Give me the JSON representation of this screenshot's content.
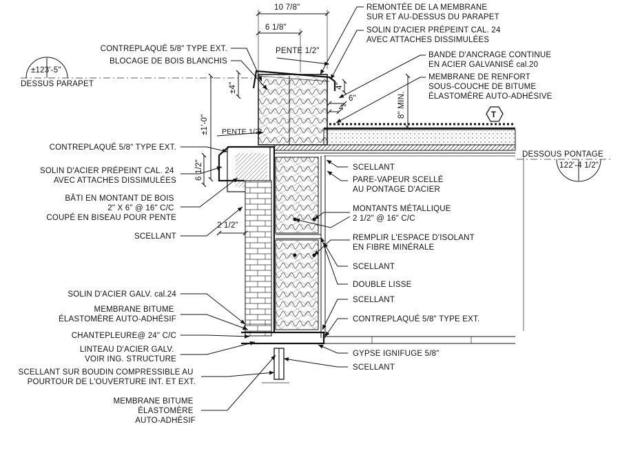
{
  "dims": {
    "top_10_7_8": "10 7/8\"",
    "top_6_1_8": "6 1/8\"",
    "slope_top": "PENTE 1/2\"",
    "slope_cap": "PENTE 1/2\"",
    "plus4": "±4\"",
    "four_a": "4\"",
    "four_b": "4\"",
    "six": "6\"",
    "eight_min": "8\" MIN.",
    "one_foot": "±1'-0\"",
    "six_half": "6 1/2\"",
    "two_half": "2 1/2\""
  },
  "elevations": {
    "parapet_value": "±123'-5\"",
    "parapet_label": "DESSUS PARAPET",
    "deck_value": "122'-4 1/2\"",
    "deck_label": "DESSOUS PONTAGE"
  },
  "tag": "T",
  "left_labels": [
    {
      "lines": [
        "CONTREPLAQUÉ 5/8\" TYPE EXT."
      ]
    },
    {
      "lines": [
        "BLOCAGE DE BOIS BLANCHIS"
      ]
    },
    {
      "lines": [
        "CONTREPLAQUÉ 5/8\" TYPE EXT."
      ]
    },
    {
      "lines": [
        "SOLIN D'ACIER PRÉPEINT CAL. 24",
        "AVEC ATTACHES DISSIMULÉES"
      ]
    },
    {
      "lines": [
        "BÂTI EN MONTANT DE BOIS",
        "2\" X 6\" @ 16\" C/C",
        "COUPÉ EN BISEAU POUR PENTE"
      ]
    },
    {
      "lines": [
        "SCELLANT"
      ]
    },
    {
      "lines": [
        "SOLIN D'ACIER GALV. cal.24"
      ]
    },
    {
      "lines": [
        "MEMBRANE BITUME",
        "ÉLASTOMÈRE AUTO-ADHÉSIF"
      ]
    },
    {
      "lines": [
        "CHANTEPLEURE@ 24\" C/C"
      ]
    },
    {
      "lines": [
        "LINTEAU D'ACIER GALV.",
        "VOIR ING. STRUCTURE"
      ]
    },
    {
      "lines": [
        "SCELLANT SUR BOUDIN COMPRESSIBLE AU",
        "POURTOUR DE L'OUVERTURE INT. ET EXT."
      ]
    },
    {
      "lines": [
        "MEMBRANE BITUME",
        "ÉLASTOMÈRE",
        "AUTO-ADHÉSIF"
      ]
    }
  ],
  "right_labels": [
    {
      "lines": [
        "REMONTÉE DE LA MEMBRANE",
        "SUR ET AU-DESSUS DU PARAPET"
      ]
    },
    {
      "lines": [
        "SOLIN D'ACIER PRÉPEINT CAL. 24",
        "AVEC ATTACHES DISSIMULÉES"
      ]
    },
    {
      "lines": [
        "BANDE D'ANCRAGE CONTINUE",
        "EN ACIER GALVANISÉ cal.20"
      ]
    },
    {
      "lines": [
        "MEMBRANE DE RENFORT",
        "SOUS-COUCHE DE BITUME",
        "ÉLASTOMÈRE AUTO-ADHÉSIVE"
      ]
    },
    {
      "lines": [
        "SCELLANT"
      ]
    },
    {
      "lines": [
        "PARE-VAPEUR SCELLÉ",
        "AU PONTAGE D'ACIER"
      ]
    },
    {
      "lines": [
        "MONTANTS MÉTALLIQUE",
        "2 1/2\" @ 16\" C/C"
      ]
    },
    {
      "lines": [
        "REMPLIR L'ESPACE D'ISOLANT",
        "EN FIBRE MINÉRALE"
      ]
    },
    {
      "lines": [
        "SCELLANT"
      ]
    },
    {
      "lines": [
        "DOUBLE LISSE"
      ]
    },
    {
      "lines": [
        "SCELLANT"
      ]
    },
    {
      "lines": [
        "CONTREPLAQUÉ 5/8\" TYPE EXT."
      ]
    },
    {
      "lines": [
        "GYPSE IGNIFUGE 5/8\""
      ]
    },
    {
      "lines": [
        "SCELLANT"
      ]
    }
  ]
}
